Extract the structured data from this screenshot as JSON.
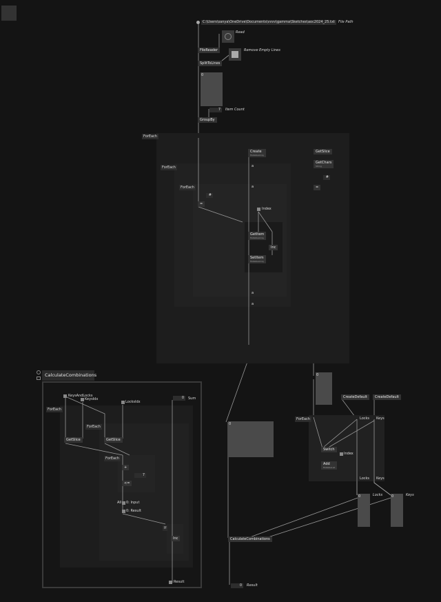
{
  "file_path": {
    "value": "C:\\Users\\sanya\\OneDrive\\Documents\\vvvv\\gamma\\Sketches\\aoc2024_25.txt",
    "label": "File Path"
  },
  "read": {
    "label": "Read"
  },
  "remove_empty_lines": {
    "label": "Remove Empty Lines"
  },
  "nodes": {
    "file_reader": "FileReader",
    "split_to_lines": "SplitToLines",
    "group_by": "GroupBy",
    "create": "Create",
    "create_type": "MutableArray",
    "get_slice": "GetSlice",
    "get_chars": "GetChars",
    "get_chars_type": "String",
    "equals": "=",
    "get_item": "GetItem",
    "get_item_type": "MutableArray",
    "set_item": "SetItem",
    "set_item_type": "MutableArray",
    "inc": "Inc",
    "create_default": "CreateDefault",
    "switch": "Switch",
    "add": "Add",
    "add_type": "MutableList",
    "calculate_combinations": "CalculateCombinations",
    "plus": "+",
    "lte": "<=",
    "if": "If",
    "all": "All"
  },
  "spread_value": "0",
  "item_count": {
    "value": "7",
    "label": "Item Count"
  },
  "hash_value": "#",
  "foreach_label": "ForEach",
  "accumulator": "a",
  "index_label": "Index",
  "locks_label": "Locks",
  "keys_label": "Keys",
  "result": {
    "value": "0",
    "label": "Result"
  },
  "subpatch": {
    "tab": "CalculateCombinations",
    "keys_and_locks": "KeysAndLocks",
    "keys_idx": "KeysIdx",
    "locks_idx": "LocksIdx",
    "sum": {
      "value": "0",
      "label": "Sum"
    },
    "seven": "7",
    "input_label": "0: Input",
    "result_label": "0: Result",
    "result_out": "Result"
  }
}
